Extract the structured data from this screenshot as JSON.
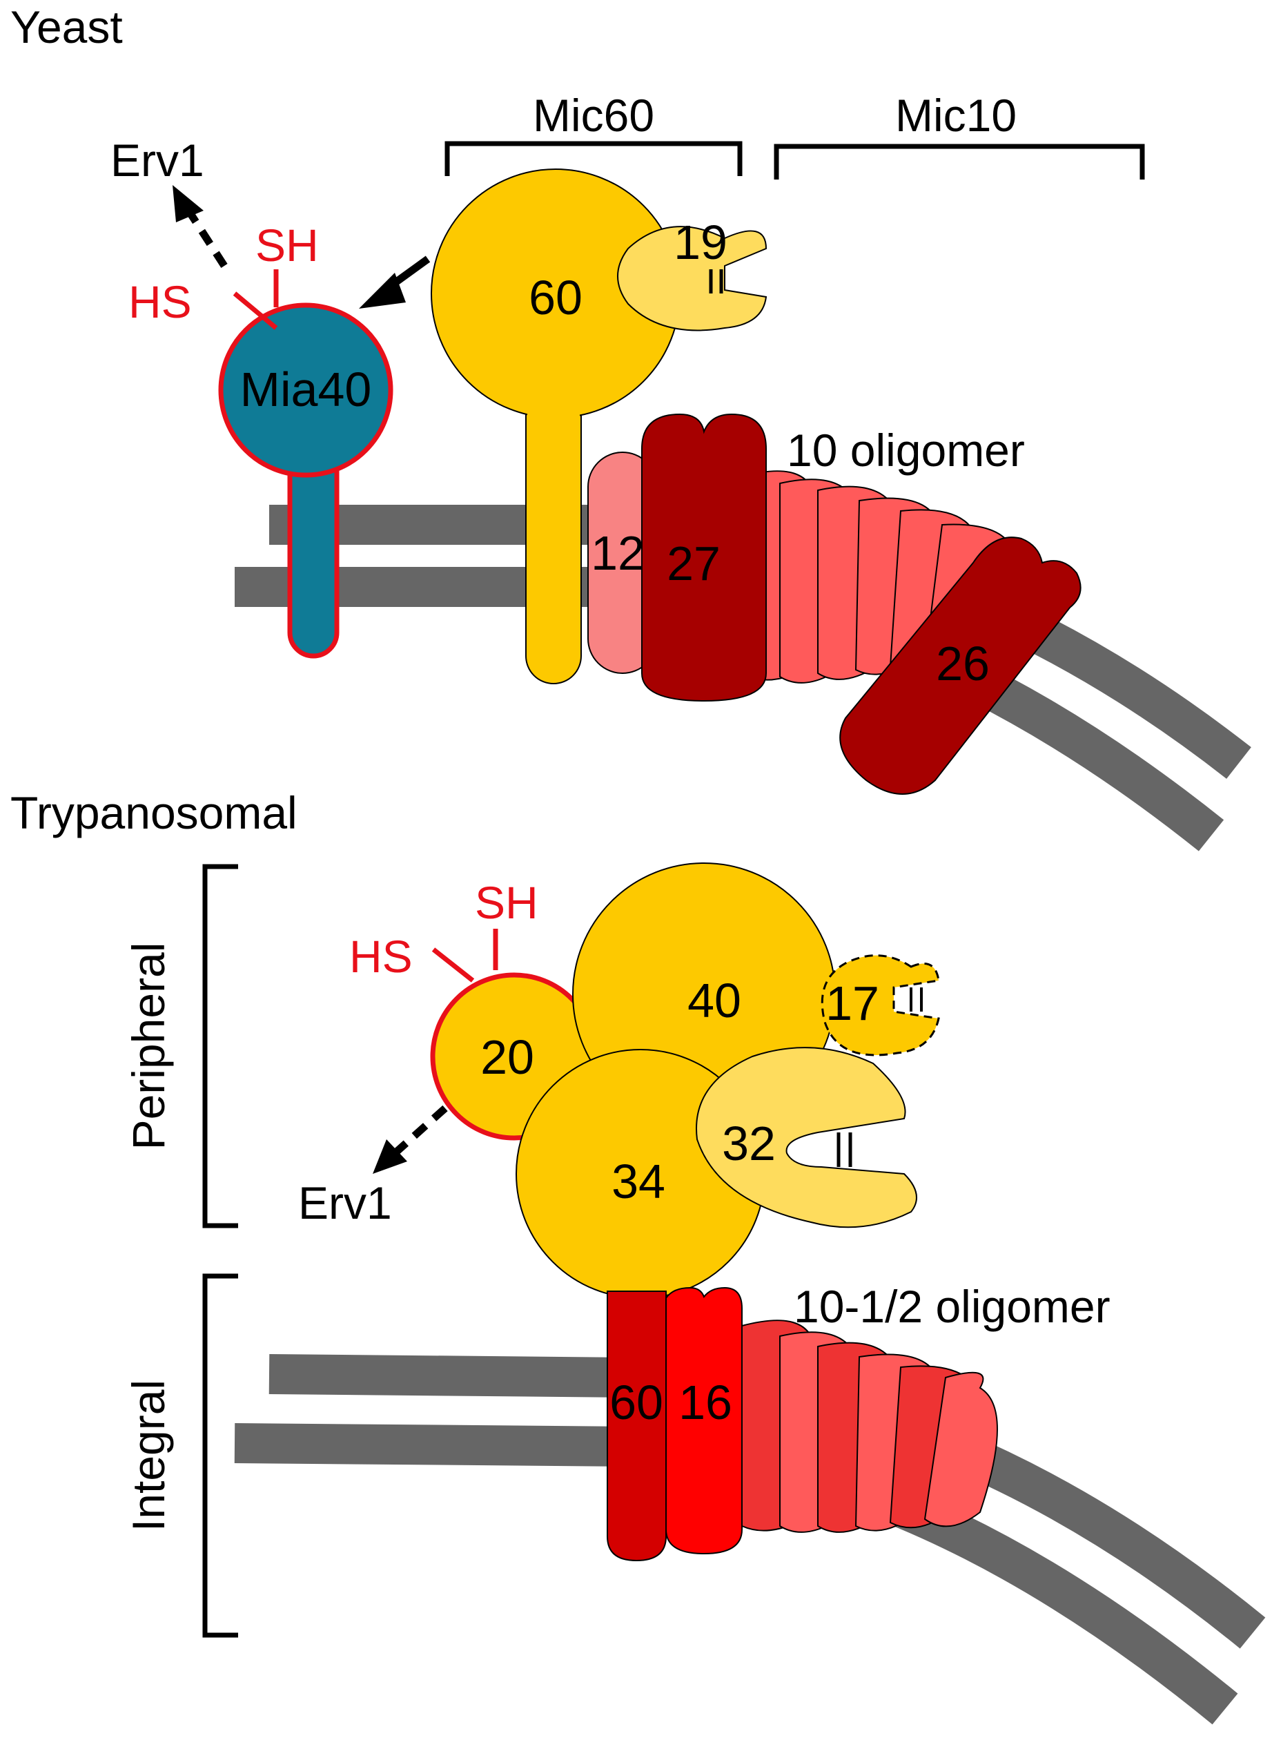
{
  "colors": {
    "membrane": "#666666",
    "mia40": "#0f7b96",
    "redox_outline": "#e8101a",
    "yellow_core": "#fdc900",
    "yellow_light": "#fedc5d",
    "dark_red": "#a60000",
    "mid_red": "#ee3333",
    "salmon": "#ff5a5a",
    "light_salmon": "#f88383",
    "bright_red": "#ff0000",
    "crimson": "#d40000"
  },
  "yeast": {
    "title": "Yeast",
    "mic60_bracket_label": "Mic60",
    "mic10_bracket_label": "Mic10",
    "erv1_label": "Erv1",
    "sh_label": "SH",
    "hs_label": "HS",
    "mia40_label": "Mia40",
    "mic60_label": "60",
    "mic19_label": "19",
    "mic12_label": "12",
    "mic27_label": "27",
    "mic26_label": "26",
    "oligomer_label": "10 oligomer"
  },
  "trypanosomal": {
    "title": "Trypanosomal",
    "peripheral_label": "Peripheral",
    "integral_label": "Integral",
    "sh_label": "SH",
    "hs_label": "HS",
    "erv1_label": "Erv1",
    "mic20_label": "20",
    "mic40_label": "40",
    "mic17_label": "17",
    "mic34_label": "34",
    "mic32_label": "32",
    "mic60_label": "60",
    "mic16_label": "16",
    "oligomer_label": "10-1/2 oligomer"
  }
}
